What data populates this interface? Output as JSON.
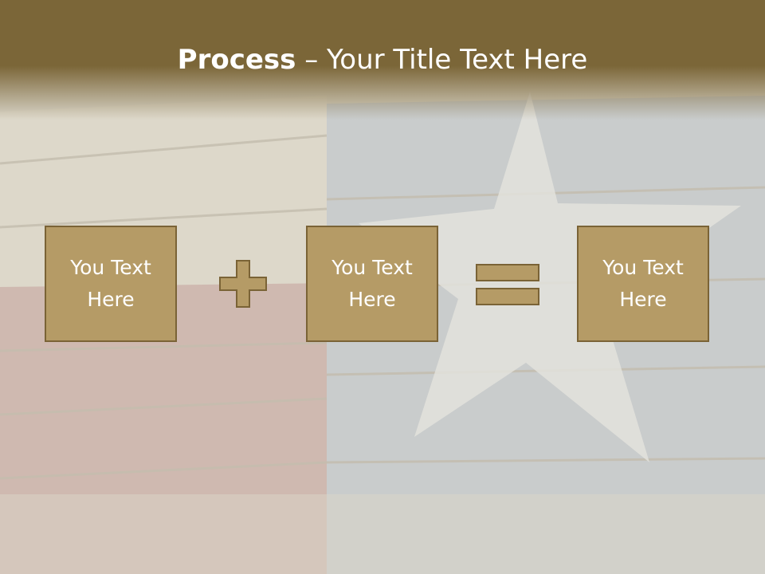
{
  "slide": {
    "title_bold": "Process",
    "title_separator": " – ",
    "title_rest": "Your Title Text Here"
  },
  "process": {
    "boxes": [
      {
        "text": "You Text Here"
      },
      {
        "text": "You Text Here"
      },
      {
        "text": "You Text Here"
      }
    ],
    "operators": [
      "plus-icon",
      "equals-icon"
    ]
  },
  "colors": {
    "title_bar": "#7b6638",
    "box_fill": "#b59b66",
    "box_border": "#7a6336",
    "text": "#ffffff"
  }
}
